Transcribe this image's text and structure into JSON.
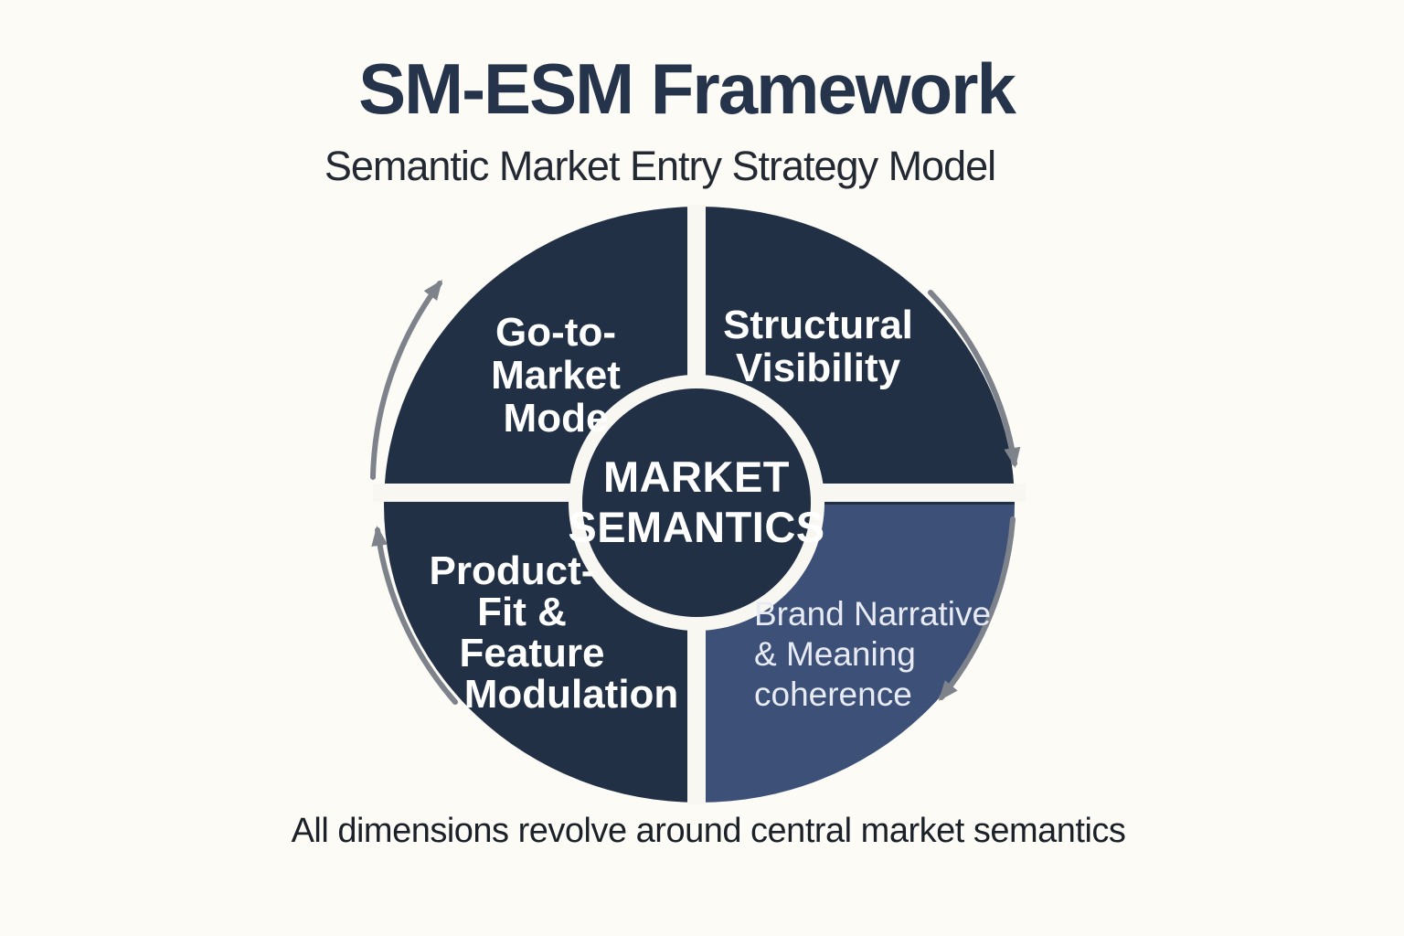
{
  "header": {
    "title": "SM-ESM Framework",
    "subtitle": "Semantic Market Entry Strategy Model"
  },
  "center": {
    "lines": [
      "MARKET",
      "SEMANTICS"
    ]
  },
  "quadrants": [
    {
      "id": "go-to-market",
      "position": "top-left",
      "lines": [
        "Go-to-",
        "Market",
        "Mode"
      ]
    },
    {
      "id": "structural-visibility",
      "position": "top-right",
      "lines": [
        "Structural",
        "Visibility"
      ]
    },
    {
      "id": "product-fit",
      "position": "bottom-left",
      "lines": [
        "Product-",
        "Fit &",
        "Feature",
        "Modulation"
      ]
    },
    {
      "id": "brand-narrative",
      "position": "bottom-right",
      "lines": [
        "Brand Narrative",
        "& Meaning",
        "coherence"
      ]
    }
  ],
  "caption": "All dimensions revolve around central market semantics",
  "colors": {
    "bg": "#fdfbf5",
    "navy": "#213045",
    "slate": "#3d5078",
    "white": "#f9f7f1",
    "arrow": "#7d828b",
    "title": "#25344a",
    "subtitle": "#232933",
    "caption": "#1b2129",
    "label": "#ffffff",
    "label-soft": "#e8ebf4"
  }
}
